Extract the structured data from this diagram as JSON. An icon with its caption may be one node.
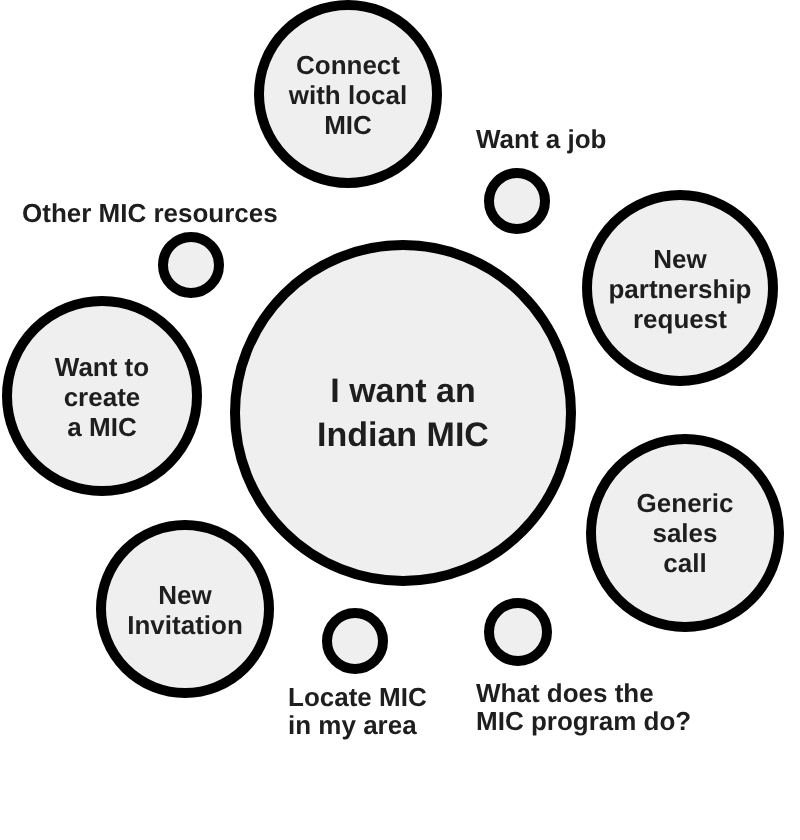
{
  "diagram": {
    "nodes": [
      {
        "text": [
          "Connect with local MIC"
        ]
      },
      {
        "text": [],
        "shape": "circle",
        "beside": [
          "Want a job"
        ]
      },
      {
        "text": [],
        "shape": "circle",
        "beside": [
          "Other MIC resources"
        ]
      },
      {
        "text": [
          "New partnership request"
        ]
      },
      {
        "text": [
          "I want an Indian MIC"
        ]
      },
      {
        "text": [
          "Want to create a MIC"
        ]
      },
      {
        "text": [
          "Generic sales call"
        ]
      },
      {
        "text": [
          "New Invitation"
        ]
      },
      {
        "text": [],
        "shape": "circle",
        "beside": [
          "Locate MIC in my area"
        ]
      },
      {
        "text": [],
        "shape": "circle",
        "beside": [
          "What does the MIC program do?"
        ]
      }
    ]
  }
}
